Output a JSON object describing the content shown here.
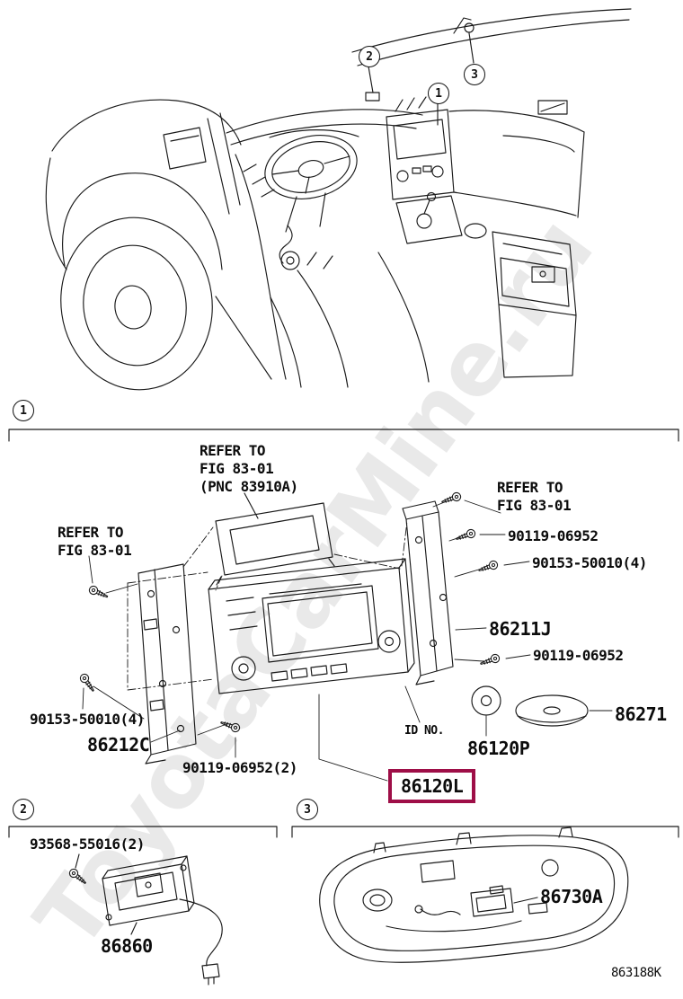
{
  "watermark": "ToyotaCarMine.ru",
  "drawing_code": "863188K",
  "accent_color": "#9e0e47",
  "callouts": {
    "one": "1",
    "two": "2",
    "three": "3"
  },
  "labels": {
    "refer_fig_pnc": "REFER TO\nFIG 83-01\n(PNC 83910A)",
    "refer_fig_right": "REFER TO\nFIG 83-01",
    "refer_fig_left": "REFER TO\nFIG 83-01",
    "screw_90119_right_upper": "90119-06952",
    "screw_90153_right": "90153-50010(4)",
    "screw_90119_right_lower": "90119-06952",
    "screw_90153_left": "90153-50010(4)",
    "screw_90119_bottom": "90119-06952(2)",
    "part_86211J": "86211J",
    "part_86212C": "86212C",
    "id_no": "ID NO.",
    "part_86120P": "86120P",
    "part_86120L": "86120L",
    "part_86271": "86271",
    "part_93568": "93568-55016(2)",
    "part_86860": "86860",
    "part_86730A": "86730A"
  }
}
